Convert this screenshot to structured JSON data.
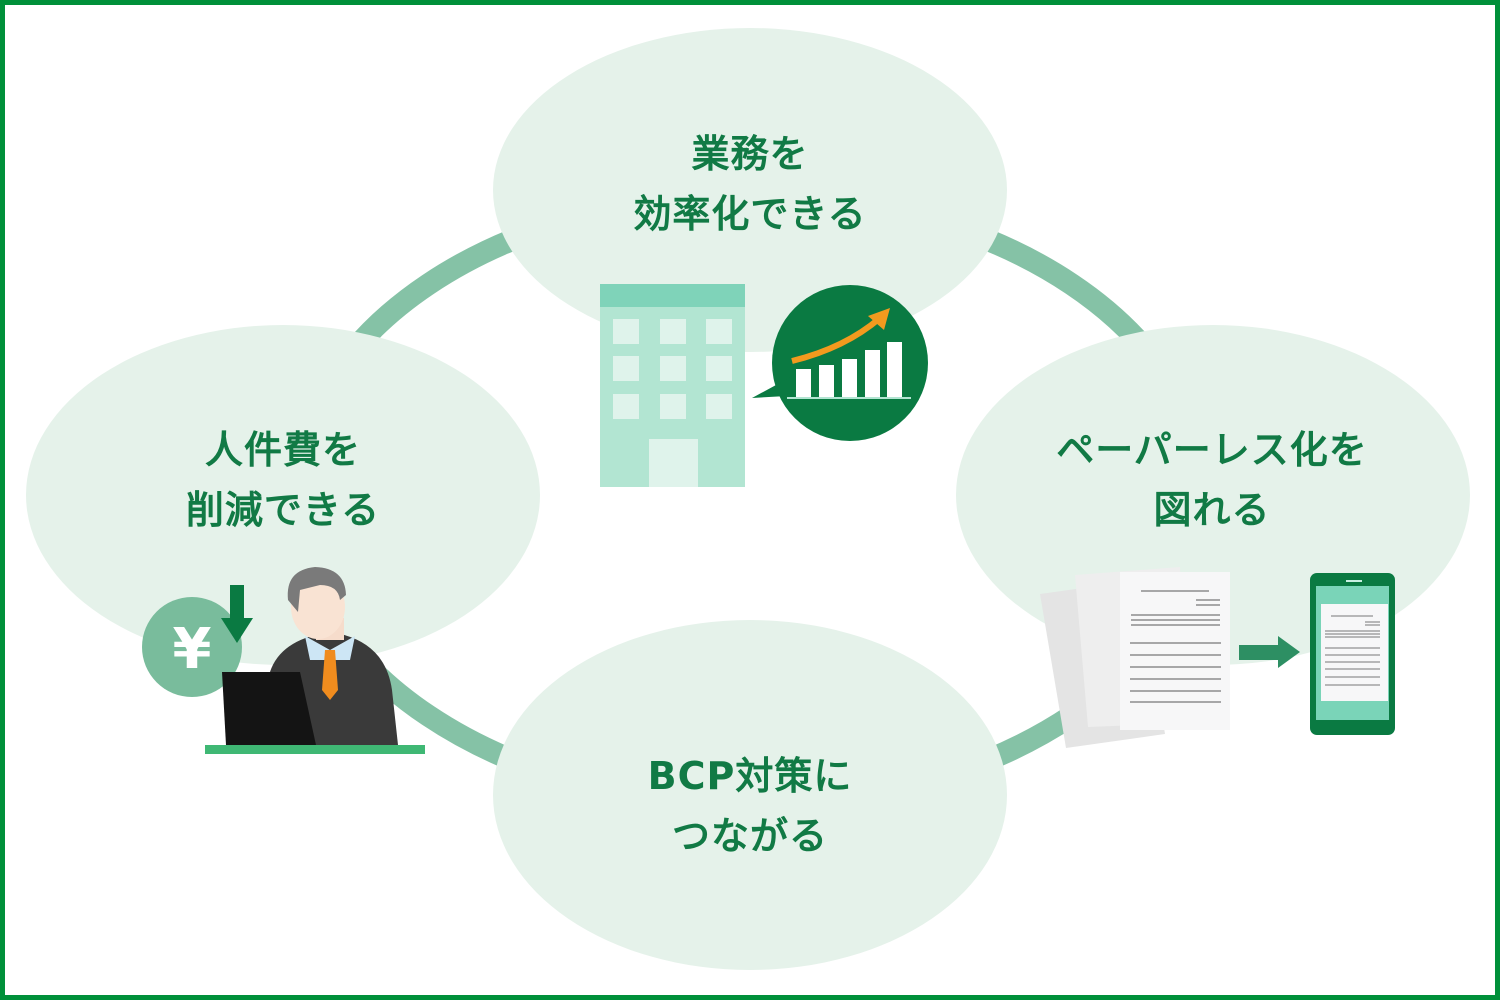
{
  "diagram": {
    "type": "cycle",
    "colors": {
      "border": "#00903a",
      "ring": "#85c2a6",
      "bubble": "#e5f2ea",
      "text": "#117a45",
      "dark_green": "#0a7a42",
      "orange": "#f29a1e"
    },
    "nodes": [
      {
        "id": "top",
        "line1": "業務を",
        "line2": "効率化できる",
        "illustration": "office-building-with-growth-chart"
      },
      {
        "id": "left",
        "line1": "人件費を",
        "line2": "削減できる",
        "illustration": "businessman-with-laptop-and-yen-down"
      },
      {
        "id": "right",
        "line1": "ペーパーレス化を",
        "line2": "図れる",
        "illustration": "documents-to-smartphone"
      },
      {
        "id": "bottom",
        "line1": "BCP対策に",
        "line2": "つながる",
        "illustration": ""
      }
    ],
    "yen_symbol": "¥"
  }
}
